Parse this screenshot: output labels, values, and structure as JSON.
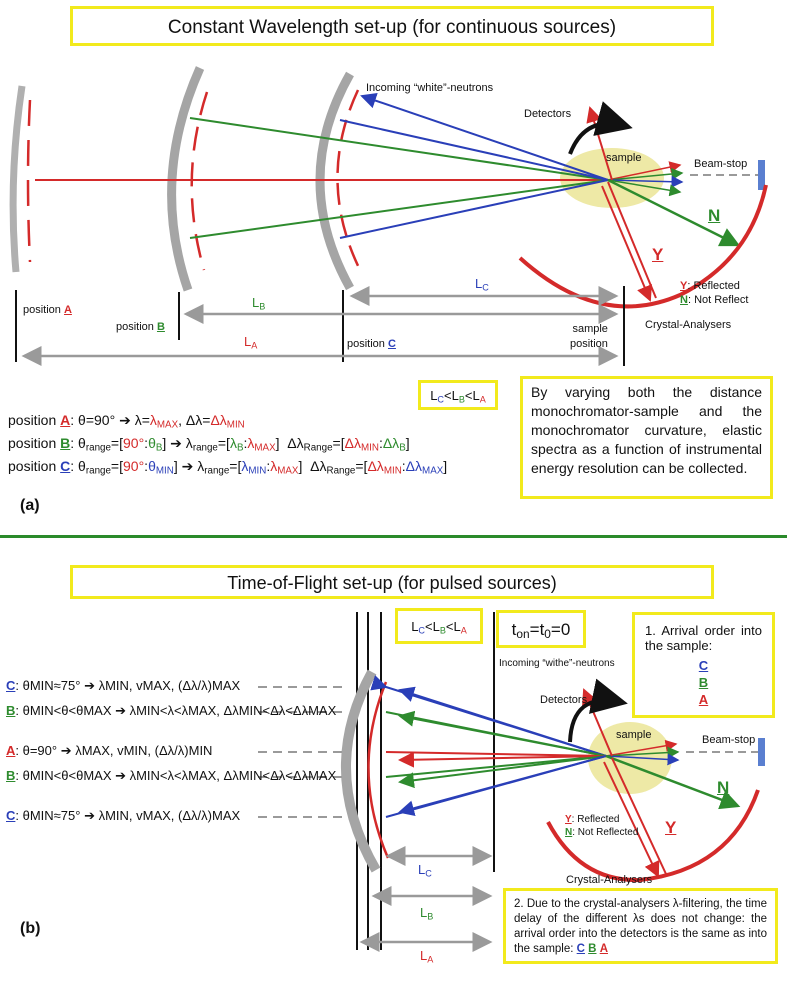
{
  "colors": {
    "red": "#d42a2a",
    "green": "#2e8b2e",
    "blue": "#2a3fb8",
    "yellow": "#f2ea1c",
    "grey": "#9a9a9a",
    "divider": "#2a8a2a"
  },
  "a": {
    "title": "Constant Wavelength set-up (for continuous sources)",
    "incoming": "Incoming “white”-neutrons",
    "detectors": "Detectors",
    "sample": "sample",
    "beamstop": "Beam-stop",
    "N": "N",
    "Y": "Y",
    "reflected": ": Reflected",
    "notreflected": ": Not Reflect",
    "crystal": "Crystal-Analysers",
    "sample_pos_1": "sample",
    "sample_pos_2": "position",
    "position_word": "position",
    "A": "A",
    "B": "B",
    "C": "C",
    "L": "L",
    "ineq": "<",
    "paragraph": "By varying both the distance monochromator-sample and the monochromator curvature, elastic spectra as a function of instrumental energy resolution can be collected.",
    "eq_A": {
      "lead": ": θ=90° ➔ λ=",
      "lmax": "λ",
      "max": "MAX",
      "mid": ", Δλ=",
      "dlmin": "Δλ",
      "min": "MIN"
    },
    "eq_B": {
      "lead": ": θ",
      "range": "range",
      "eq": "=[",
      "deg": "90°",
      "colon": ":",
      "th": "θ",
      "B": "B",
      "arrow": "] ➔ λ",
      "lam": "λ",
      "max": "MAX",
      "close": "]",
      "dl": "Δλ",
      "Range": "Range",
      "min": "MIN"
    },
    "eq_C": {
      "lead": ": θ",
      "range": "range",
      "eq": "=[",
      "deg": "90°",
      "colon": ":",
      "th": "θ",
      "min": "MIN",
      "arrow": "] ➔ λ",
      "lam": "λ",
      "max": "MAX",
      "close": "]",
      "dl": "Δλ",
      "Range": "Range"
    },
    "panel_label": "(a)"
  },
  "b": {
    "title": "Time-of-Flight set-up (for pulsed sources)",
    "ton": "t",
    "on": "on",
    "eq": "=t",
    "zero": "0",
    "eqz": "=0",
    "incoming": "Incoming “withe”-neutrons",
    "detectors": "Detectors",
    "sample": "sample",
    "beamstop": "Beam-stop",
    "N": "N",
    "Y": "Y",
    "reflected": ": Reflected",
    "notreflected": ": Not Reflected",
    "crystal": "Crystal-Analysers",
    "order_title": "1. Arrival order into the sample:",
    "order": [
      "C",
      "B",
      "A"
    ],
    "note": "2. Due to the crystal-analysers λ-filtering, the time delay of the different λs does not change: the arrival order into the detectors is the same as into the sample:",
    "note_order": [
      "C",
      "B",
      "A"
    ],
    "panel_label": "(b)",
    "lines": [
      {
        "letter": "C",
        "text": ": θMIN≈75° ➔ λMIN, vMAX, (Δλ/λ)MAX"
      },
      {
        "letter": "B",
        "text": ": θMIN<θ<θMAX ➔ λMIN<λ<λMAX, ΔλMIN<Δλ<ΔλMAX"
      },
      {
        "letter": "A",
        "text": ": θ=90° ➔ λMAX, vMIN, (Δλ/λ)MIN"
      },
      {
        "letter": "B",
        "text": ": θMIN<θ<θMAX ➔ λMIN<λ<λMAX, ΔλMIN<Δλ<ΔλMAX"
      },
      {
        "letter": "C",
        "text": ": θMIN≈75° ➔ λMIN, vMAX, (Δλ/λ)MAX"
      }
    ]
  }
}
